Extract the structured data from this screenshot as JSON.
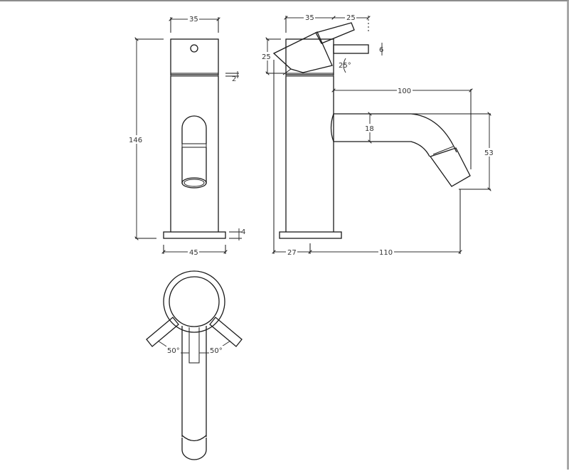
{
  "drawing": {
    "title": "Basin mixer tap technical drawing",
    "views": [
      "front-view",
      "side-view",
      "top-view"
    ],
    "line_color": "#1a1a1a",
    "background": "#ffffff"
  },
  "front_view": {
    "dims": {
      "top_width": "35",
      "height": "146",
      "collar_gap": "2",
      "base_thickness": "4",
      "base_width": "45"
    }
  },
  "side_view": {
    "dims": {
      "body_width": "35",
      "lever_reach": "25",
      "handle_height": "25",
      "lever_thickness": "6",
      "lever_angle": "25°",
      "spout_reach": "100",
      "spout_diameter": "18",
      "spout_drop": "53",
      "base_offset": "27",
      "outlet_projection": "110"
    }
  },
  "top_view": {
    "dims": {
      "left_lever_angle": "50°",
      "right_lever_angle": "50°"
    }
  }
}
